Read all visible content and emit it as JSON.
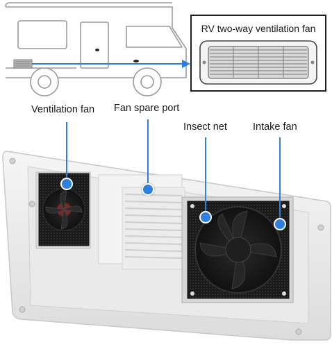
{
  "callout": {
    "title": "RV two-way ventilation fan"
  },
  "labels": {
    "ventilation_fan": "Ventilation fan",
    "fan_spare_port": "Fan spare port",
    "insect_net": "Insect net",
    "intake_fan": "Intake fan"
  },
  "colors": {
    "accent_blue": "#2f7fdc",
    "outline": "#9a9a9a",
    "panel_white": "#f2f2f2",
    "fan_black": "#1b1b1b"
  }
}
